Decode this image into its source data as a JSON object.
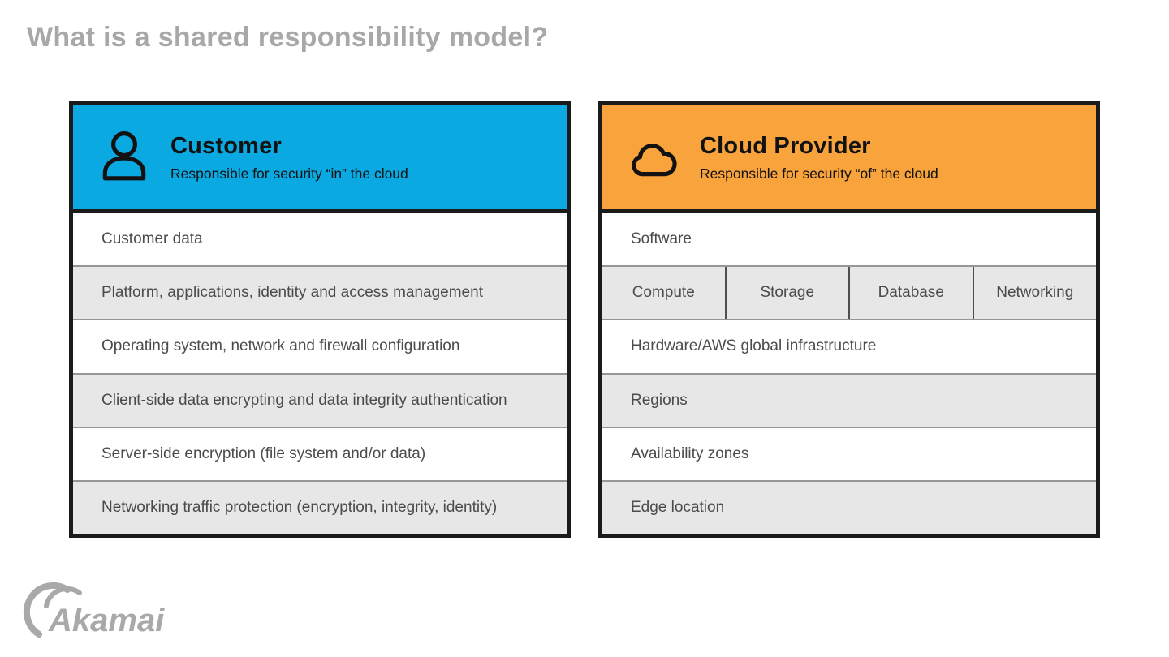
{
  "title": "What is a shared responsibility model?",
  "colors": {
    "customer_header": "#0AA9E2",
    "provider_header": "#F9A33C",
    "row_alt": "#E7E7E7",
    "panel_border": "#1B1B1B",
    "row_text": "#4B4B4B",
    "title_text": "#A8A8A8",
    "logo_gray": "#A9A9A9",
    "row_divider": "#969696",
    "cell_divider": "#4F4F4F",
    "header_text": "#121212"
  },
  "customer_panel": {
    "icon": "person-icon",
    "title": "Customer",
    "subtitle": "Responsible for security “in” the cloud",
    "rows": [
      "Customer data",
      "Platform, applications, identity and access management",
      "Operating system, network and firewall configuration",
      "Client-side data encrypting and data integrity authentication",
      "Server-side encryption (file system and/or data)",
      "Networking traffic protection (encryption, integrity, identity)"
    ]
  },
  "provider_panel": {
    "icon": "cloud-icon",
    "title": "Cloud Provider",
    "subtitle": "Responsible for security “of” the cloud",
    "rows_top": [
      "Software"
    ],
    "grid_cells": [
      "Compute",
      "Storage",
      "Database",
      "Networking"
    ],
    "rows_bottom": [
      "Hardware/AWS global infrastructure",
      "Regions",
      "Availability zones",
      "Edge location"
    ]
  },
  "logo": {
    "text": "Akamai"
  }
}
